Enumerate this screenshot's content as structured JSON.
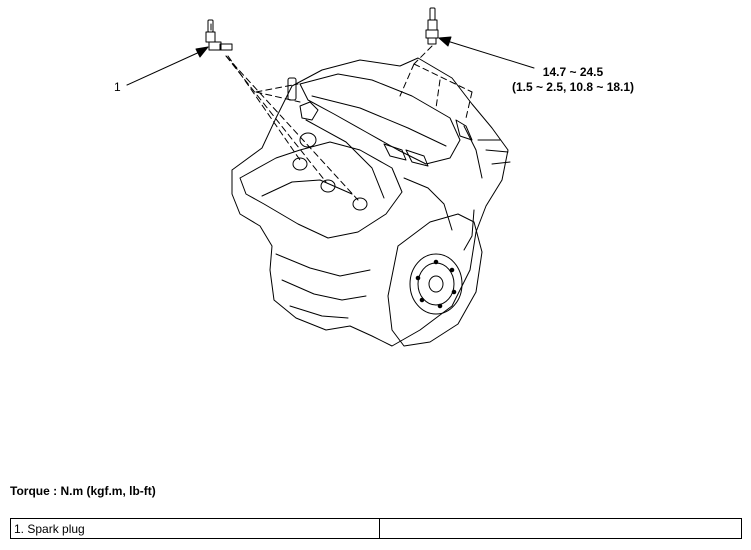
{
  "diagram": {
    "part_number_label": "1",
    "torque_value": "14.7 ~ 24.5",
    "torque_conversion": "(1.5 ~ 2.5, 10.8 ~ 18.1)"
  },
  "torque_heading": "Torque : N.m (kgf.m, lb-ft)",
  "legend": {
    "rows": [
      {
        "item": "1. Spark plug",
        "value": ""
      }
    ]
  }
}
